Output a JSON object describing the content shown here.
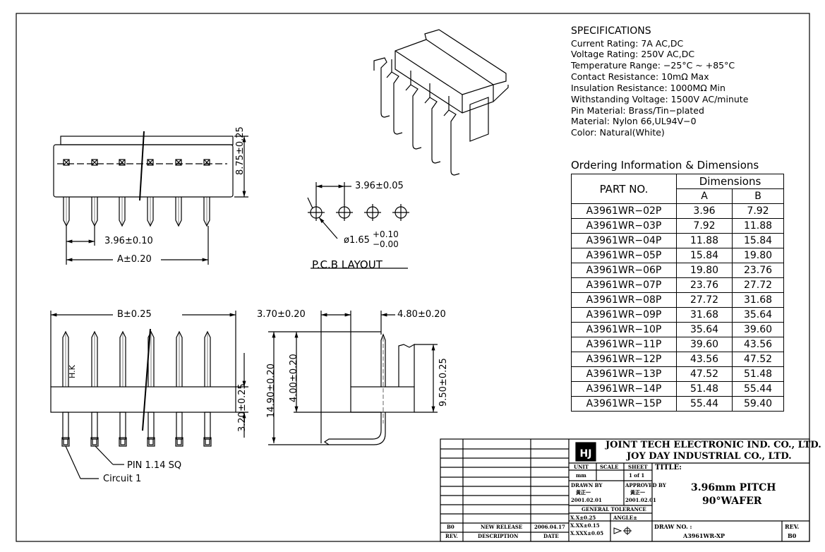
{
  "specifications": {
    "heading": "SPECIFICATIONS",
    "lines": [
      "Current Rating: 7A AC,DC",
      "Voltage Rating: 250V AC,DC",
      "Temperature Range: −25°C ~ +85°C",
      "Contact Resistance: 10mΩ Max",
      "Insulation Resistance: 1000MΩ Min",
      "Withstanding Voltage: 1500V AC/minute",
      "Pin Material: Brass/Tin−plated",
      "Material: Nylon 66,UL94V−0",
      "Color: Natural(White)"
    ]
  },
  "ordering": {
    "heading": "Ordering Information & Dimensions",
    "part_header": "PART NO.",
    "dim_header": "Dimensions",
    "col_a": "A",
    "col_b": "B",
    "rows": [
      {
        "part": "A3961WR−02P",
        "a": "3.96",
        "b": "7.92"
      },
      {
        "part": "A3961WR−03P",
        "a": "7.92",
        "b": "11.88"
      },
      {
        "part": "A3961WR−04P",
        "a": "11.88",
        "b": "15.84"
      },
      {
        "part": "A3961WR−05P",
        "a": "15.84",
        "b": "19.80"
      },
      {
        "part": "A3961WR−06P",
        "a": "19.80",
        "b": "23.76"
      },
      {
        "part": "A3961WR−07P",
        "a": "23.76",
        "b": "27.72"
      },
      {
        "part": "A3961WR−08P",
        "a": "27.72",
        "b": "31.68"
      },
      {
        "part": "A3961WR−09P",
        "a": "31.68",
        "b": "35.64"
      },
      {
        "part": "A3961WR−10P",
        "a": "35.64",
        "b": "39.60"
      },
      {
        "part": "A3961WR−11P",
        "a": "39.60",
        "b": "43.56"
      },
      {
        "part": "A3961WR−12P",
        "a": "43.56",
        "b": "47.52"
      },
      {
        "part": "A3961WR−13P",
        "a": "47.52",
        "b": "51.48"
      },
      {
        "part": "A3961WR−14P",
        "a": "51.48",
        "b": "55.44"
      },
      {
        "part": "A3961WR−15P",
        "a": "55.44",
        "b": "59.40"
      }
    ]
  },
  "dimensions": {
    "top_height": "8.75±0.25",
    "top_pitch": "3.96±0.10",
    "top_a": "A±0.20",
    "pcb_pitch": "3.96±0.05",
    "pcb_hole": "ø1.65",
    "pcb_hole_plus": "+0.10",
    "pcb_hole_minus": "−0.00",
    "pcb_layout": "P.C.B LAYOUT",
    "front_b": "B±0.25",
    "front_height": "3.20±0.25",
    "front_pin_label": "PIN 1.14 SQ",
    "front_circuit_label": "Circuit 1",
    "front_mark": "H.K",
    "side_left": "3.70±0.20",
    "side_right": "4.80±0.20",
    "side_total": "14.90±0.20",
    "side_inner": "4.00±0.20",
    "side_body": "9.50±0.25"
  },
  "title_block": {
    "company_1": "JOINT TECH ELECTRONIC IND. CO., LTD.",
    "company_2": "JOY DAY INDUSTRIAL CO., LTD.",
    "unit_label": "UNIT",
    "unit_value": "mm",
    "scale_label": "SCALE",
    "sheet_label": "SHEET",
    "sheet_value": "1 of 1",
    "title_label": "TITLE:",
    "title_1": "3.96mm PITCH",
    "title_2": "90°WAFER",
    "drawn_by_label": "DRAWN BY",
    "drawn_by_name": "黃正一",
    "drawn_date": "2001.02.01",
    "approved_by_label": "APPROVED BY",
    "approved_by_name": "黃正一",
    "approved_date": "2001.02.01",
    "general_tolerance": "GENERAL TOLERANCE",
    "tol_1": "X.X±0.25",
    "tol_2": "X.XX±0.15",
    "tol_3": "X.XXX±0.05",
    "angle_label": "ANGLE±",
    "drawing_no_label": "DRAW NO. :",
    "drawing_no": "A3961WR-XP",
    "rev_label": "REV.",
    "rev_value": "B0",
    "rev_row_rev": "B0",
    "rev_row_desc": "NEW RELEASE",
    "rev_row_date": "2006.04.17",
    "hdr_rev": "REV.",
    "hdr_desc": "DESCRIPTION",
    "hdr_date": "DATE"
  }
}
